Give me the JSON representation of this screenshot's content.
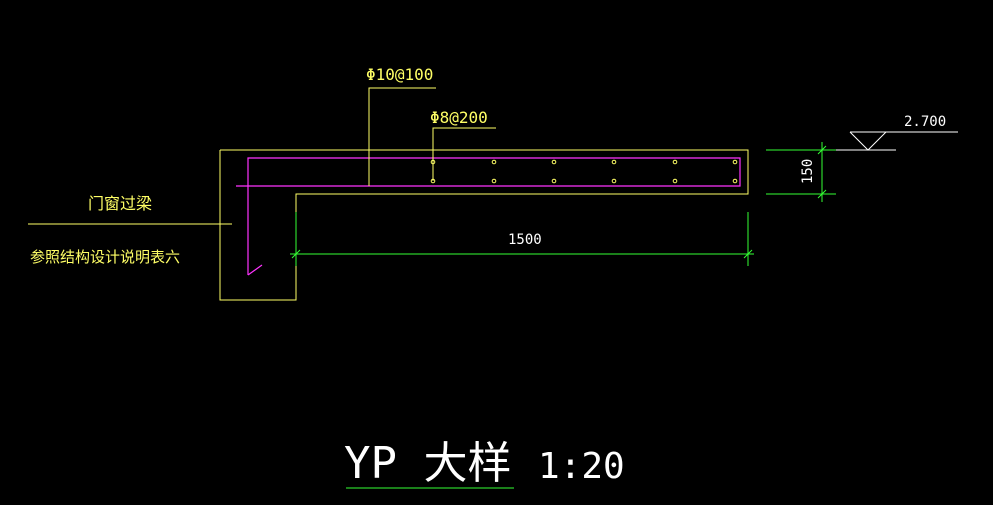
{
  "colors": {
    "background": "#000000",
    "concrete_outline": "#ffff66",
    "rebar": "#ff33ff",
    "dimension": "#33ff33",
    "text": "#ffff66",
    "title_text": "#ffffff"
  },
  "labels": {
    "top_bar": "Φ10@100",
    "dist_bar": "Φ8@200",
    "beam_label": "门窗过梁",
    "beam_ref": "参照结构设计说明表六"
  },
  "dimensions": {
    "length": "1500",
    "thickness": "150",
    "elevation": "2.700"
  },
  "title": {
    "name": "YP 大样",
    "scale": "1:20"
  }
}
